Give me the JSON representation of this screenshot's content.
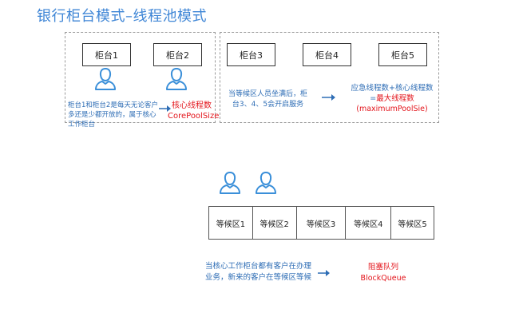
{
  "title": "银行柜台模式–线程池模式",
  "core_group": {
    "counters": [
      "柜台1",
      "柜台2"
    ],
    "desc": "柜台1和柜台2是每天无论客户多还是少都开放的，属于核心工作柜台",
    "label": "核心线程数",
    "sublabel": "CorePoolSize"
  },
  "extra_group": {
    "counters": [
      "柜台3",
      "柜台4",
      "柜台5"
    ],
    "desc": "当等候区人员坐满后，柜台3、4、5会开启服务",
    "formula": "应急线程数+核心线程数",
    "eq_prefix": "=",
    "max_label": "最大线程数",
    "max_sub": "(maximumPoolSie)"
  },
  "queue": {
    "cells": [
      "等候区1",
      "等候区2",
      "等候区3",
      "等候区4",
      "等候区5"
    ],
    "desc": "当核心工作柜台都有客户在办理业务，新来的客户在等候区等候",
    "label": "阻塞队列",
    "sublabel": "BlockQueue"
  },
  "colors": {
    "blue": "#2e6db5",
    "red": "#e3141b",
    "title": "#3f86d6",
    "icon": "#3a8fd9"
  }
}
